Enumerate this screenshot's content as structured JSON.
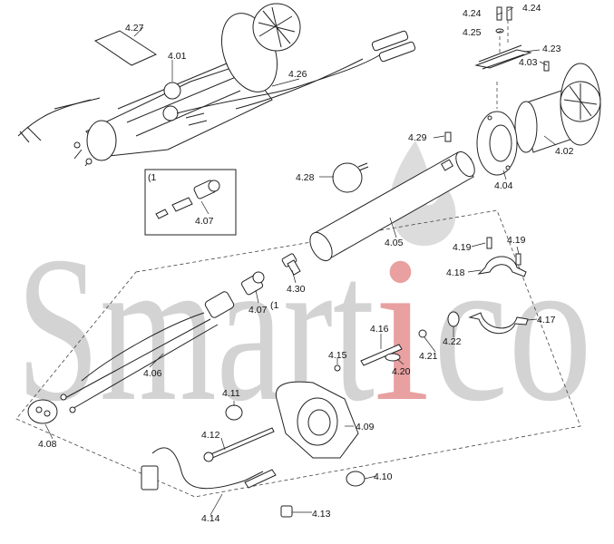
{
  "watermark": {
    "left": "Smart",
    "accent": "i",
    "right": "co",
    "accent_color": "#e8a0a0",
    "base_color": "#d3d3d3"
  },
  "inset_marker": "(1",
  "labels": {
    "l401": "4.01",
    "l402": "4.02",
    "l403": "4.03",
    "l404": "4.04",
    "l405": "4.05",
    "l406": "4.06",
    "l407a": "4.07",
    "l407b": "4.07",
    "l407b_note": "(1",
    "l408": "4.08",
    "l409": "4.09",
    "l410": "4.10",
    "l411": "4.11",
    "l412": "4.12",
    "l413": "4.13",
    "l414": "4.14",
    "l415": "4.15",
    "l416": "4.16",
    "l417": "4.17",
    "l418": "4.18",
    "l419a": "4.19",
    "l419b": "4.19",
    "l420": "4.20",
    "l421": "4.21",
    "l422": "4.22",
    "l423": "4.23",
    "l424a": "4.24",
    "l424b": "4.24",
    "l425": "4.25",
    "l426": "4.26",
    "l427": "4.27",
    "l428": "4.28",
    "l429": "4.29",
    "l430": "4.30"
  }
}
